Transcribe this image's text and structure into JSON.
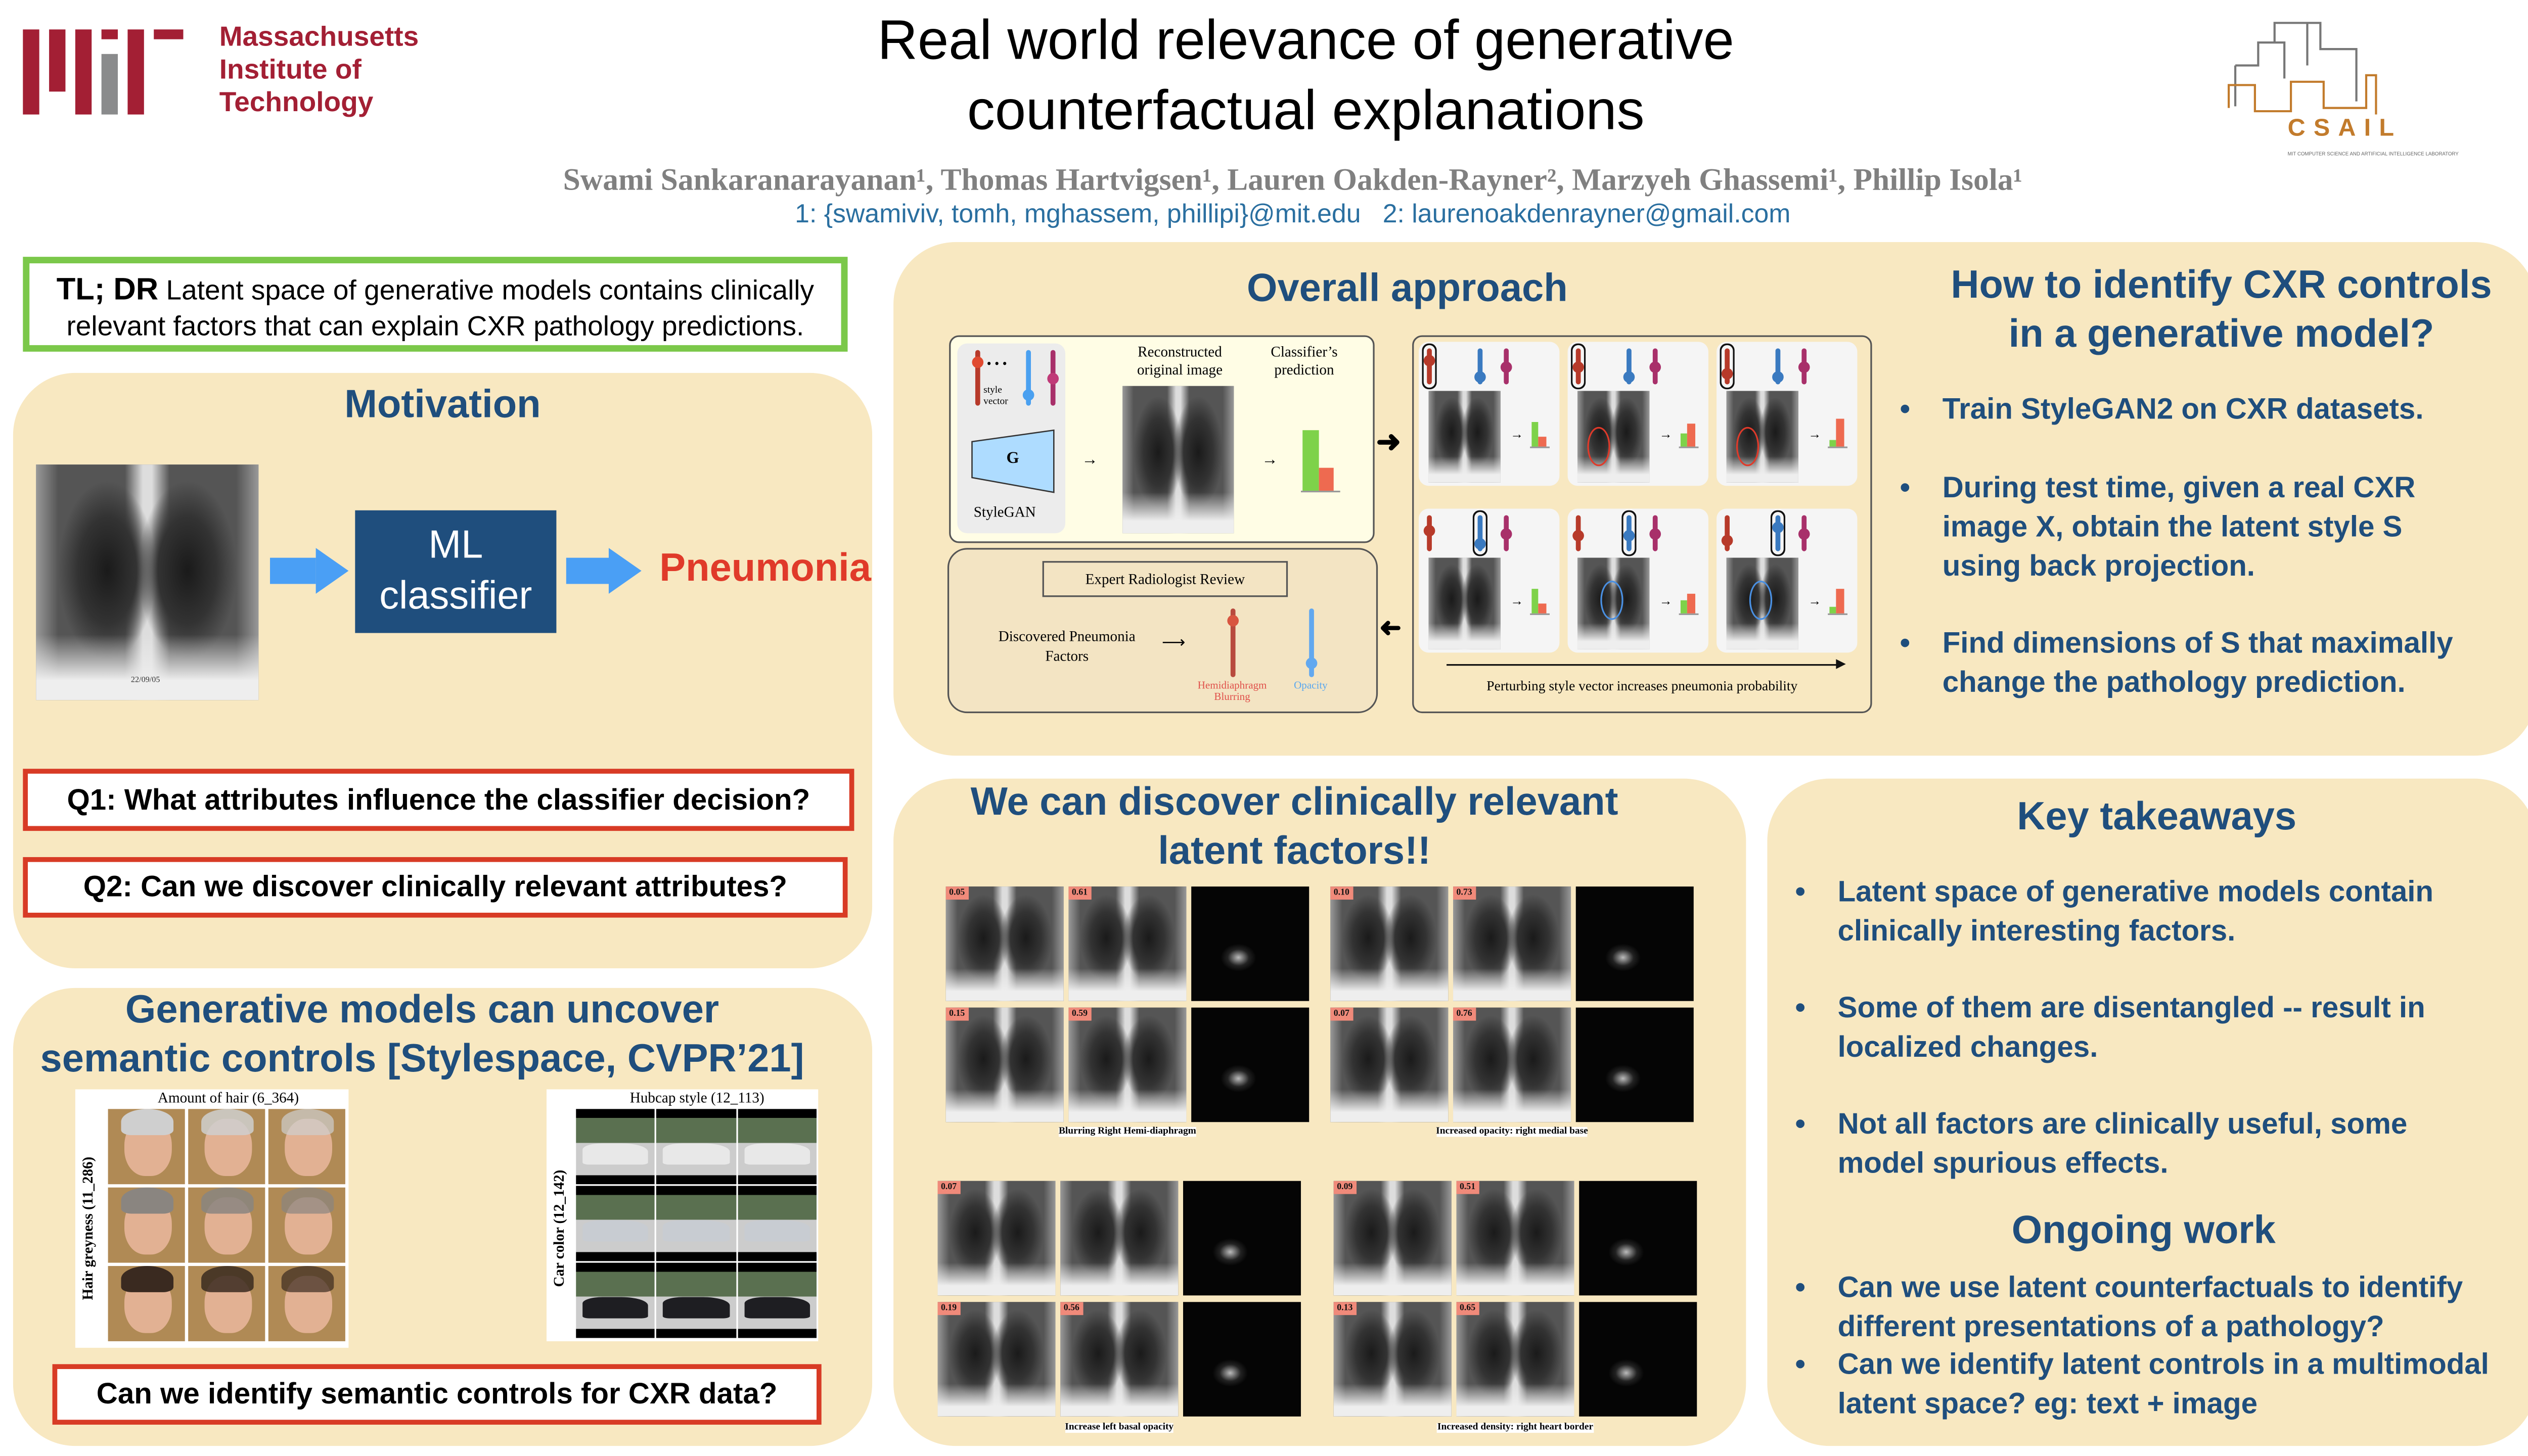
{
  "header": {
    "title_line1": "Real world relevance of generative",
    "title_line2": "counterfactual explanations",
    "authors": "Swami Sankaranarayanan¹, Thomas Hartvigsen¹, Lauren Oakden-Rayner², Marzyeh Ghassemi¹, Phillip Isola¹",
    "emails": "1: {swamiviv, tomh, mghassem, phillipi}@mit.edu   2: laurenoakdenrayner@gmail.com",
    "mit_logo": {
      "line1": "Massachusetts",
      "line2": "Institute of",
      "line3": "Technology"
    },
    "csail_logo": {
      "name": "CSAIL",
      "subtitle": "MIT COMPUTER SCIENCE AND ARTIFICIAL INTELLIGENCE LABORATORY"
    }
  },
  "colors": {
    "panel": "#f8e8c1",
    "heading": "#1f4e7d",
    "red": "#d83b25",
    "green": "#7bc84a",
    "accent_orange": "#c27b2c"
  },
  "tldr": {
    "label": "TL; DR",
    "text": "Latent space of generative models contains clinically relevant factors that can explain CXR pathology predictions."
  },
  "motivation": {
    "title": "Motivation",
    "xray_date": "22/09/05",
    "classifier_line1": "ML",
    "classifier_line2": "classifier",
    "output": "Pneumonia",
    "q1": "Q1: What attributes influence the classifier decision?",
    "q2": "Q2: Can we discover clinically relevant attributes?"
  },
  "generative": {
    "title_line1": "Generative models can uncover",
    "title_line2": "semantic controls [Stylespace, CVPR’21]",
    "face_fig": {
      "title": "Amount of hair (6_364)",
      "ylabel": "Hair greyness (11_286)"
    },
    "car_fig": {
      "title": "Hubcap style (12_113)",
      "ylabel": "Car color (12_142)"
    },
    "question": "Can we identify semantic controls for CXR data?"
  },
  "approach": {
    "title": "Overall approach",
    "style_vector": "style vector",
    "generator": "G",
    "stylegan": "StyleGAN",
    "reconstructed": "Reconstructed original image",
    "prediction": "Classifier’s prediction",
    "review": "Expert Radiologist Review",
    "discovered": "Discovered Pneumonia Factors",
    "factor1": "Hemidiaphragm Blurring",
    "factor2": "Opacity",
    "perturb": "Perturbing style vector increases pneumonia probability",
    "pred_original": {
      "green": 0.85,
      "red": 0.32
    },
    "perturb_rows": [
      [
        {
          "green": 0.75,
          "red": 0.3
        },
        {
          "green": 0.4,
          "red": 0.7
        },
        {
          "green": 0.2,
          "red": 0.85
        }
      ],
      [
        {
          "green": 0.75,
          "red": 0.3
        },
        {
          "green": 0.4,
          "red": 0.6
        },
        {
          "green": 0.2,
          "red": 0.75
        }
      ]
    ]
  },
  "identify": {
    "title_line1": "How to identify CXR controls",
    "title_line2": "in a generative model?",
    "bullets": [
      "Train StyleGAN2 on CXR datasets.",
      "During test time, given a real CXR image X, obtain the latent style S using back projection.",
      "Find dimensions of S that maximally change the pathology prediction."
    ]
  },
  "discover": {
    "title_line1": "We can discover clinically relevant",
    "title_line2": "latent factors!!",
    "groups": [
      {
        "caption": "Blurring Right Hemi-diaphragm",
        "rows": [
          [
            "0.05",
            "0.61"
          ],
          [
            "0.15",
            "0.59"
          ]
        ]
      },
      {
        "caption": "Increased opacity: right medial base",
        "rows": [
          [
            "0.10",
            "0.73"
          ],
          [
            "0.07",
            "0.76"
          ]
        ]
      },
      {
        "caption": "Increase left basal opacity",
        "rows": [
          [
            "0.07",
            ""
          ],
          [
            "0.19",
            "0.56"
          ]
        ]
      },
      {
        "caption": "Increased density: right heart border",
        "rows": [
          [
            "0.09",
            "0.51"
          ],
          [
            "0.13",
            "0.65"
          ]
        ]
      }
    ]
  },
  "takeaways": {
    "title": "Key takeaways",
    "bullets": [
      "Latent space of generative models contain clinically interesting factors.",
      "Some of them are disentangled -- result in localized changes.",
      "Not all factors are clinically useful, some model spurious effects."
    ]
  },
  "ongoing": {
    "title": "Ongoing work",
    "bullets": [
      "Can we use latent counterfactuals to identify different presentations of a pathology?",
      "Can we identify latent controls in a multimodal latent space? eg: text + image"
    ]
  }
}
